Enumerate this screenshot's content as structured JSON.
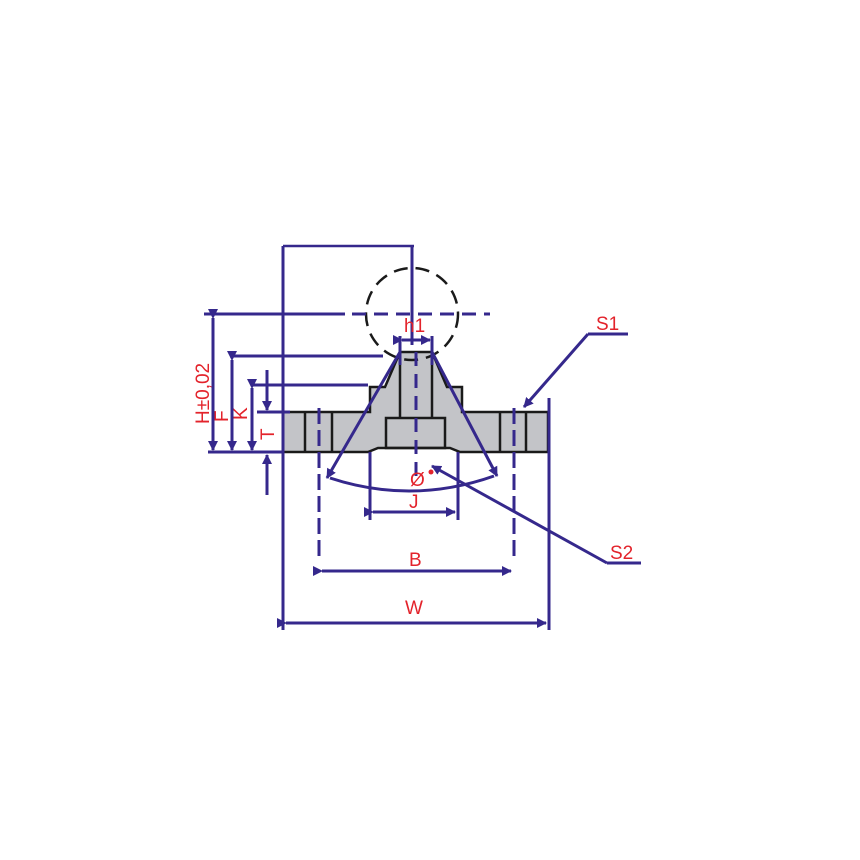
{
  "diagram": {
    "type": "flange-cross-section",
    "colors": {
      "dimension_lines": "#35288c",
      "labels": "#e3232b",
      "body_fill": "#c3c4c8",
      "outline": "#1a1a1a",
      "background": "#ffffff"
    },
    "labels": {
      "h1": "h1",
      "H": "H±0,02",
      "F": "F",
      "K": "K",
      "T": "T",
      "diameter": "Ø",
      "J": "J",
      "B": "B",
      "W": "W",
      "S1": "S1",
      "S2": "S2"
    }
  }
}
